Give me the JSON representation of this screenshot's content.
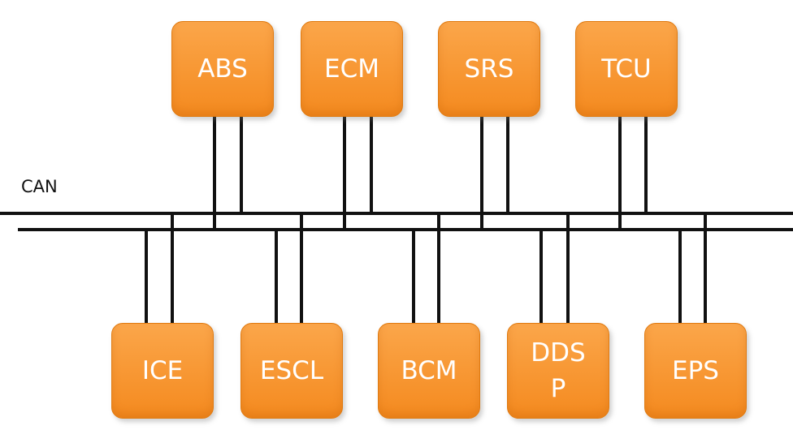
{
  "bus": {
    "label": "CAN"
  },
  "colors": {
    "node_fill_top": "#fba64a",
    "node_fill_bottom": "#f48a1f",
    "line": "#111111",
    "text": "#ffffff"
  },
  "top_nodes": [
    {
      "id": "abs",
      "label": "ABS"
    },
    {
      "id": "ecm",
      "label": "ECM"
    },
    {
      "id": "srs",
      "label": "SRS"
    },
    {
      "id": "tcu",
      "label": "TCU"
    }
  ],
  "bottom_nodes": [
    {
      "id": "ice",
      "label": "ICE"
    },
    {
      "id": "escl",
      "label": "ESCL"
    },
    {
      "id": "bcm",
      "label": "BCM"
    },
    {
      "id": "ddsp",
      "label": "DDS\nP"
    },
    {
      "id": "eps",
      "label": "EPS"
    }
  ]
}
